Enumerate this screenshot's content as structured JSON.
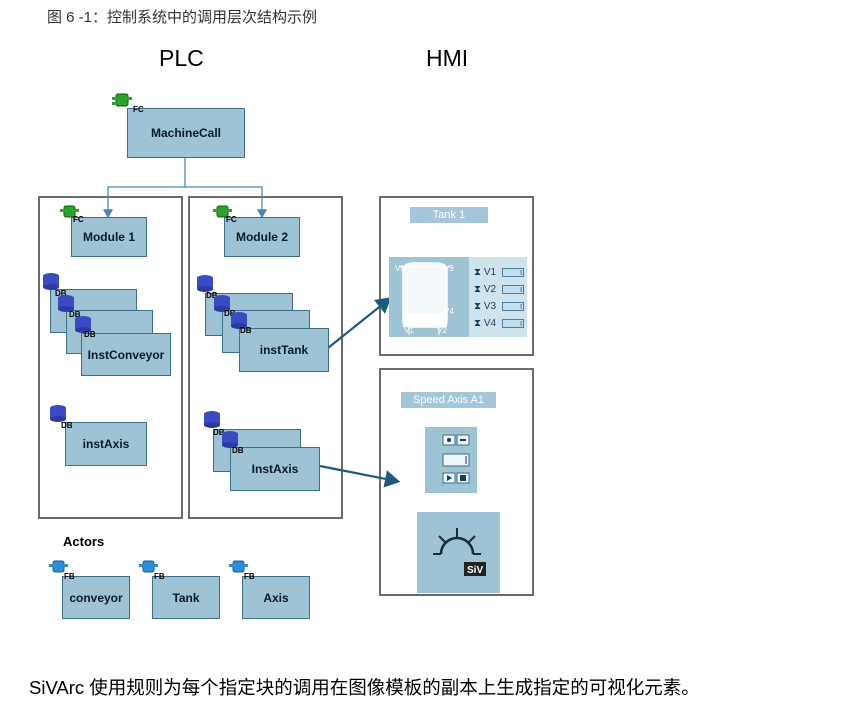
{
  "caption": "图 6 -1：控制系统中的调用层次结构示例",
  "titles": {
    "plc": "PLC",
    "hmi": "HMI"
  },
  "blocks": {
    "machine_call": "MachineCall",
    "module1": "Module 1",
    "module2": "Module 2",
    "inst_conveyor": "InstConveyor",
    "inst_axis_left": "instAxis",
    "inst_tank": "instTank",
    "inst_axis_right": "InstAxis"
  },
  "actors": {
    "label": "Actors",
    "items": [
      "conveyor",
      "Tank",
      "Axis"
    ]
  },
  "icon_labels": {
    "fc": "FC",
    "db": "DB",
    "fb": "FB"
  },
  "hmi": {
    "tank_title": "Tank 1",
    "valves": [
      "V1",
      "V2",
      "V3",
      "V4"
    ],
    "tank_labels": {
      "v5": "V5",
      "v3": "V3",
      "v4": "V4",
      "v1": "V1",
      "v2": "V2"
    },
    "speed_title": "Speed Axis A1",
    "siv": "SiV"
  },
  "footer": "SiVArc 使用规则为每个指定块的调用在图像模板的副本上生成指定的可视化元素。",
  "colors": {
    "block_fill": "#9dc3d5",
    "block_border": "#3d6f8a",
    "fc_icon": "#2fa12f",
    "fb_icon": "#2a8fd6",
    "db_icon": "#3a4bc4",
    "arrow": "#1e5b7e"
  }
}
